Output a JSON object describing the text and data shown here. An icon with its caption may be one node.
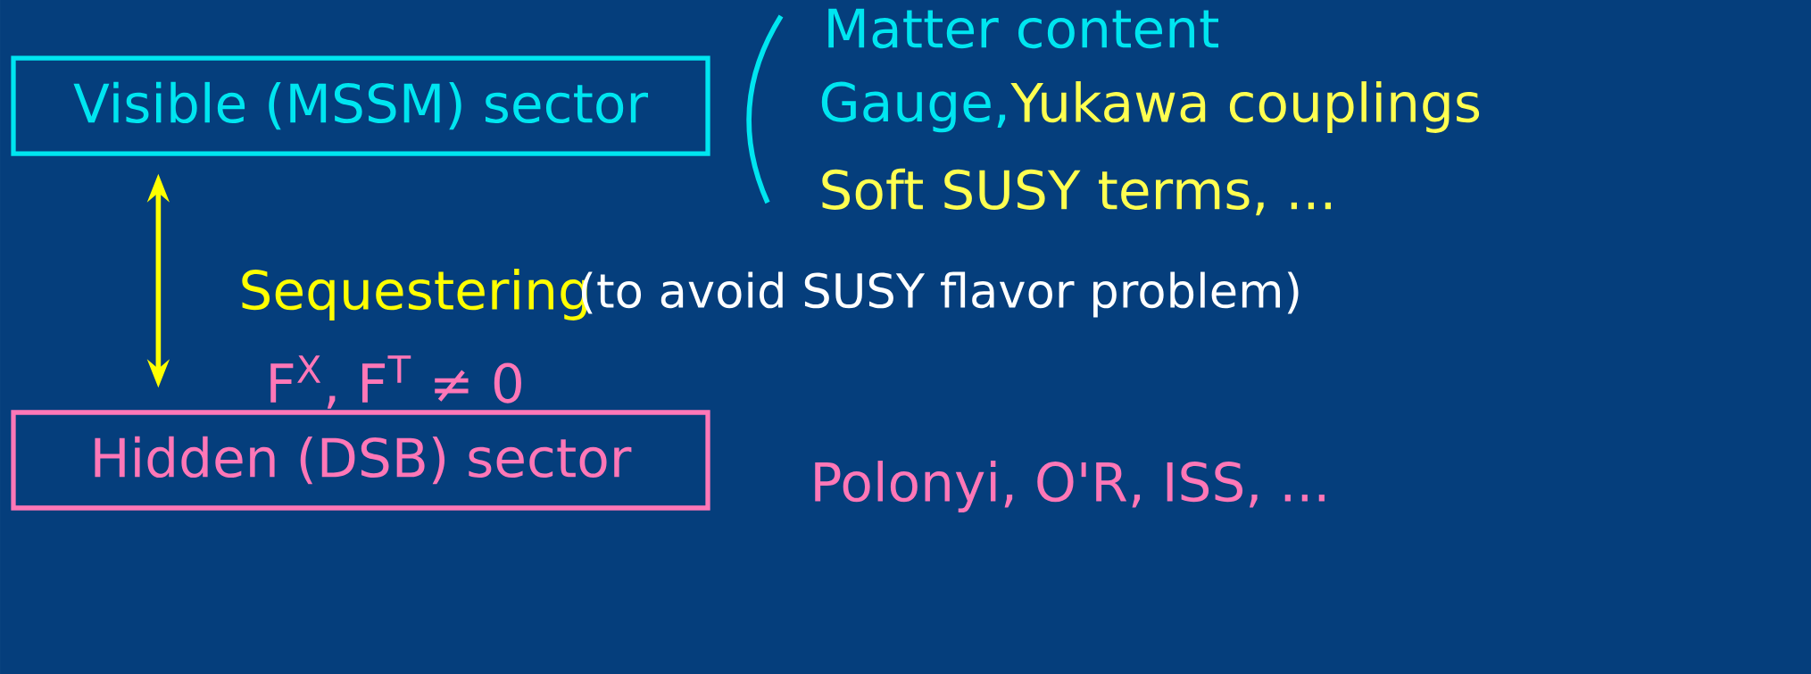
{
  "diagram": {
    "nodes": [
      {
        "text": [
          "Visible (MSSM) sector"
        ]
      },
      {
        "text": [
          "Hidden (DSB) sector"
        ],
        "beside": [
          "F$^{X}$, F$^{T}$ ≠ 0"
        ]
      }
    ],
    "edges": [
      {
        "from": 0,
        "to": 1,
        "arrow": "both",
        "label": "Sequestering",
        "color": "#ffff00"
      }
    ],
    "labels": [
      "Matter content",
      "Gauge,",
      "Yukawa couplings",
      "Soft SUSY terms, ...",
      "(to avoid SUSY flavor problem)",
      "Polonyi, O'R, ISS, ..."
    ]
  }
}
